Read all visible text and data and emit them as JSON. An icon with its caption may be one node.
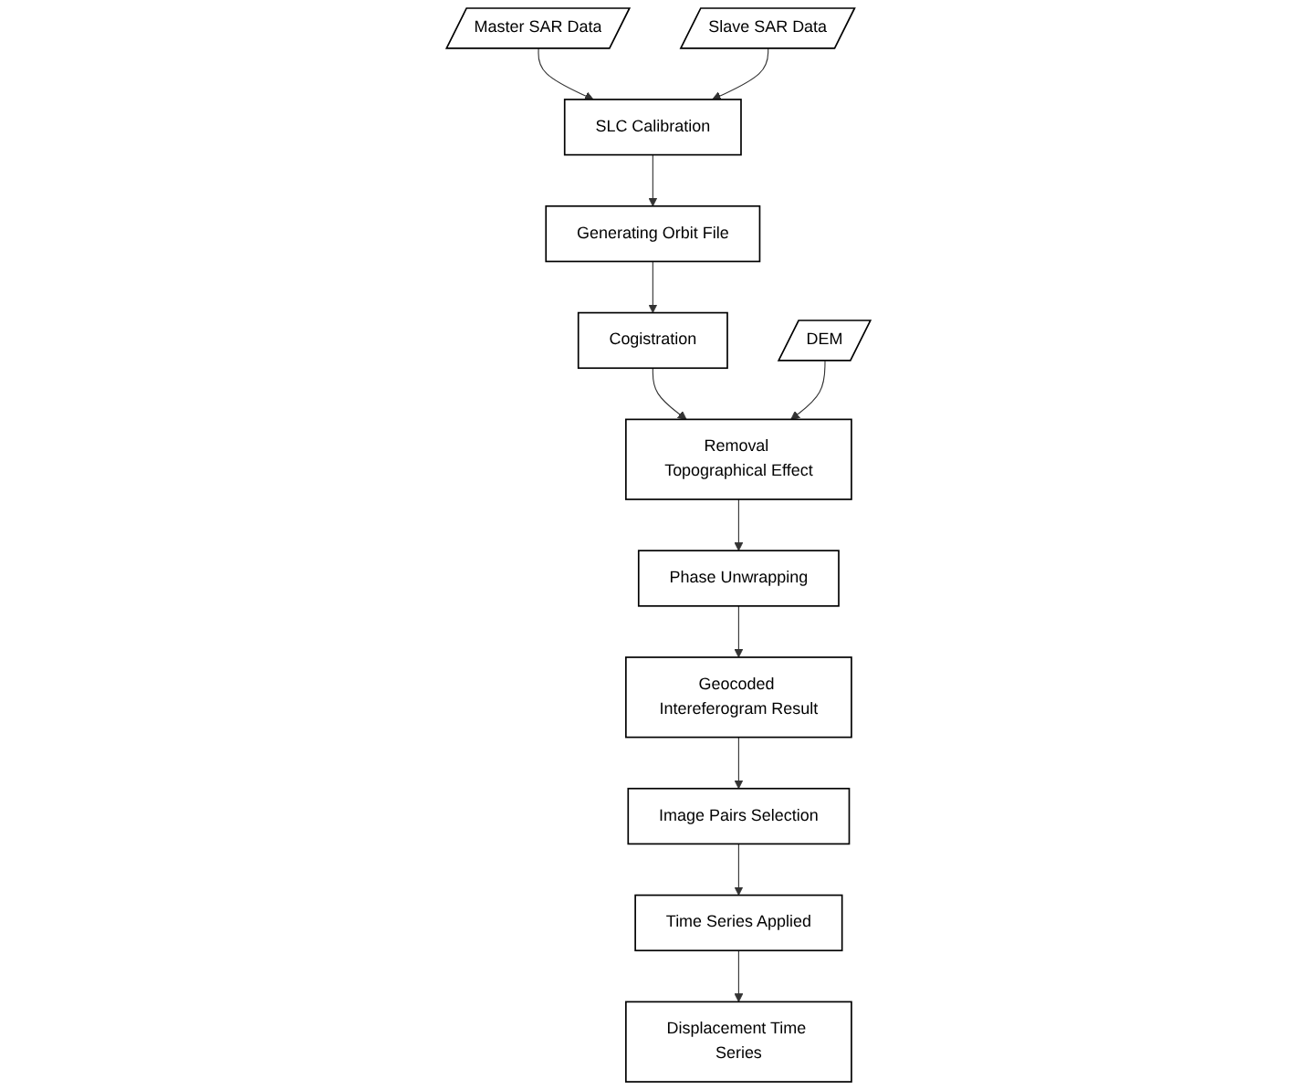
{
  "diagram": {
    "nodes": [
      {
        "text": [
          "Master SAR Data"
        ]
      },
      {
        "text": [
          "Slave SAR Data"
        ]
      },
      {
        "text": [
          "SLC Calibration"
        ]
      },
      {
        "text": [
          "Generating Orbit File"
        ]
      },
      {
        "text": [
          "Cogistration"
        ]
      },
      {
        "text": [
          "DEM"
        ]
      },
      {
        "text": [
          "Removal Topographical Effect"
        ]
      },
      {
        "text": [
          "Phase Unwrapping"
        ]
      },
      {
        "text": [
          "Geocoded Intereferogram Result"
        ]
      },
      {
        "text": [
          "Image Pairs Selection"
        ]
      },
      {
        "text": [
          "Time Series Applied"
        ]
      },
      {
        "text": [
          "Displacement Time Series"
        ]
      }
    ],
    "edges": [
      {
        "from": 0,
        "to": 2,
        "arrow": "to"
      },
      {
        "from": 1,
        "to": 2,
        "arrow": "to"
      },
      {
        "from": 2,
        "to": 3,
        "arrow": "to"
      },
      {
        "from": 3,
        "to": 4,
        "arrow": "to"
      },
      {
        "from": 4,
        "to": 6,
        "arrow": "to"
      },
      {
        "from": 5,
        "to": 6,
        "arrow": "to"
      },
      {
        "from": 6,
        "to": 7,
        "arrow": "to"
      },
      {
        "from": 7,
        "to": 8,
        "arrow": "to"
      },
      {
        "from": 8,
        "to": 9,
        "arrow": "to"
      },
      {
        "from": 9,
        "to": 10,
        "arrow": "to"
      },
      {
        "from": 10,
        "to": 11,
        "arrow": "to"
      }
    ]
  }
}
